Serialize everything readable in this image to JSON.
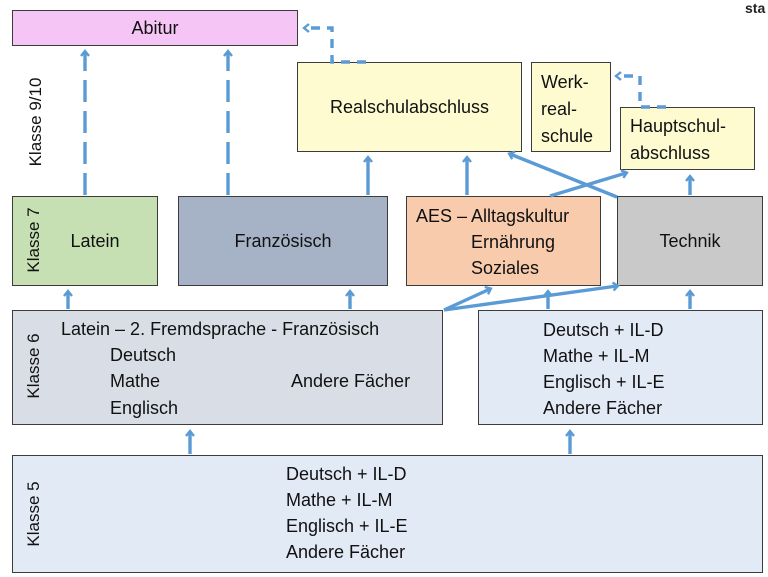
{
  "colors": {
    "abitur": "#f5c6f5",
    "realschule": "#fdfbcf",
    "latein": "#c6e0b4",
    "franzoesisch": "#a6b3c7",
    "aes": "#f8cbad",
    "technik": "#c9c9c9",
    "klasse6_left": "#d9dee6",
    "klasse6_right": "#e2eaf5",
    "klasse5": "#e2eaf5",
    "arrow": "#5b9bd5"
  },
  "corner_text": "sta",
  "levels": {
    "klasse_9_10": "Klasse 9/10",
    "klasse_7": "Klasse 7",
    "klasse_6": "Klasse 6",
    "klasse_5": "Klasse 5"
  },
  "abschluesse": {
    "abitur": "Abitur",
    "realschulabschluss": "Realschulabschluss",
    "werkrealschule": [
      "Werk-",
      "real-",
      "schule"
    ],
    "hauptschulabschluss": [
      "Hauptschul-",
      "abschluss"
    ]
  },
  "klasse7": {
    "latein": "Latein",
    "franzoesisch": "Französisch",
    "aes": [
      "AES – Alltagskultur",
      "Ernährung",
      "Soziales"
    ],
    "technik": "Technik"
  },
  "klasse6": {
    "left_title": "Latein – 2. Fremdsprache - Französisch",
    "left_subjects": [
      "Deutsch",
      "Mathe",
      "Englisch"
    ],
    "left_other": "Andere Fächer",
    "right_subjects": [
      "Deutsch + IL-D",
      "Mathe + IL-M",
      "Englisch + IL-E",
      "Andere Fächer"
    ]
  },
  "klasse5": {
    "subjects": [
      "Deutsch + IL-D",
      "Mathe + IL-M",
      "Englisch + IL-E",
      "Andere Fächer"
    ]
  }
}
